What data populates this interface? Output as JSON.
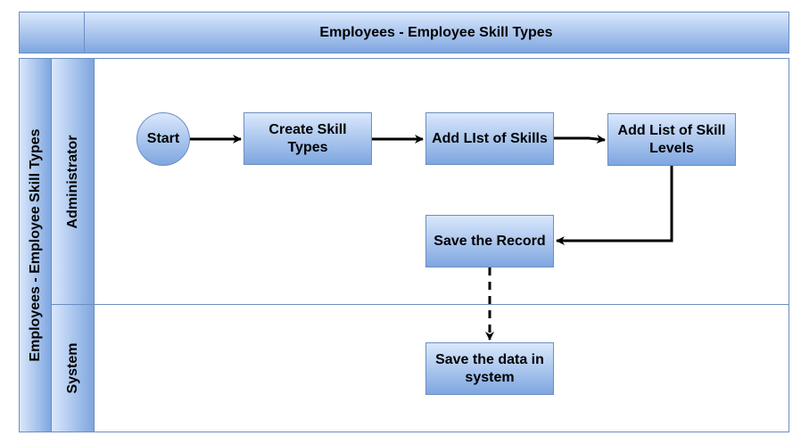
{
  "diagram": {
    "title": "Employees - Employee Skill Types",
    "pool_label": "Employees - Employee Skill Types",
    "lanes": [
      {
        "id": "administrator",
        "label": "Administrator"
      },
      {
        "id": "system",
        "label": "System"
      }
    ],
    "nodes": {
      "start": "Start",
      "create_skill_types": "Create Skill Types",
      "add_list_of_skills": "Add LIst of Skills",
      "add_list_of_skill_levels": "Add List of Skill Levels",
      "save_the_record": "Save the Record",
      "save_data_in_system": "Save the data in system"
    },
    "edges": [
      {
        "from": "Start",
        "to": "Create Skill Types",
        "style": "solid"
      },
      {
        "from": "Create Skill Types",
        "to": "Add LIst of Skills",
        "style": "solid"
      },
      {
        "from": "Add LIst of Skills",
        "to": "Add List of Skill Levels",
        "style": "solid"
      },
      {
        "from": "Add List of Skill Levels",
        "to": "Save the Record",
        "style": "solid"
      },
      {
        "from": "Save the Record",
        "to": "Save the data in system",
        "style": "dashed"
      }
    ],
    "colors": {
      "fill_top": "#dae8fc",
      "fill_bottom": "#7ea6e0",
      "stroke": "#6c8ebf",
      "edge": "#000000"
    }
  }
}
